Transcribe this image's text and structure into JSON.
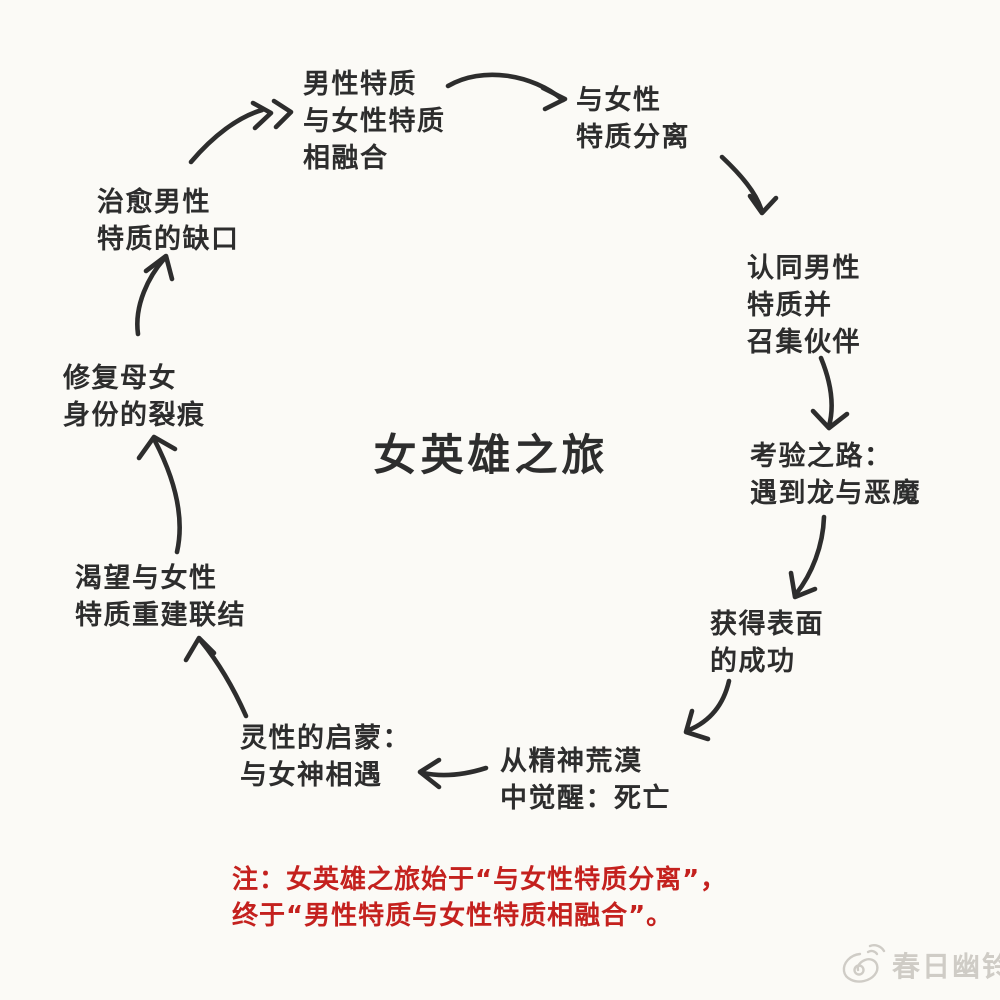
{
  "title": "女英雄之旅",
  "nodes": [
    {
      "id": "masculine-feminine-merge",
      "lines": [
        "男性特质",
        "与女性特质",
        "相融合"
      ]
    },
    {
      "id": "feminine-separation",
      "lines": [
        "与女性",
        "特质分离"
      ]
    },
    {
      "id": "identify-masculine",
      "lines": [
        "认同男性",
        "特质并",
        "召集伙伴"
      ]
    },
    {
      "id": "road-of-trials",
      "lines": [
        "考验之路：",
        "遇到龙与恶魔"
      ]
    },
    {
      "id": "illusory-success",
      "lines": [
        "获得表面",
        "的成功"
      ]
    },
    {
      "id": "awakening-death",
      "lines": [
        "从精神荒漠",
        "中觉醒：死亡"
      ]
    },
    {
      "id": "spiritual-initiation",
      "lines": [
        "灵性的启蒙：",
        "与女神相遇"
      ]
    },
    {
      "id": "yearn-reconnect",
      "lines": [
        "渴望与女性",
        "特质重建联结"
      ]
    },
    {
      "id": "heal-mother-daughter",
      "lines": [
        "修复母女",
        "身份的裂痕"
      ]
    },
    {
      "id": "heal-masculine-wound",
      "lines": [
        "治愈男性",
        "特质的缺口"
      ]
    }
  ],
  "note": {
    "lines": [
      "注：女英雄之旅始于“与女性特质分离”，",
      "终于“男性特质与女性特质相融合”。"
    ]
  },
  "watermark": {
    "text": "春日幽铃"
  },
  "colors": {
    "background": "#fbfaf6",
    "text": "#2d2d2d",
    "note_red": "#c4211e",
    "watermark_gray": "#cfccc6"
  }
}
